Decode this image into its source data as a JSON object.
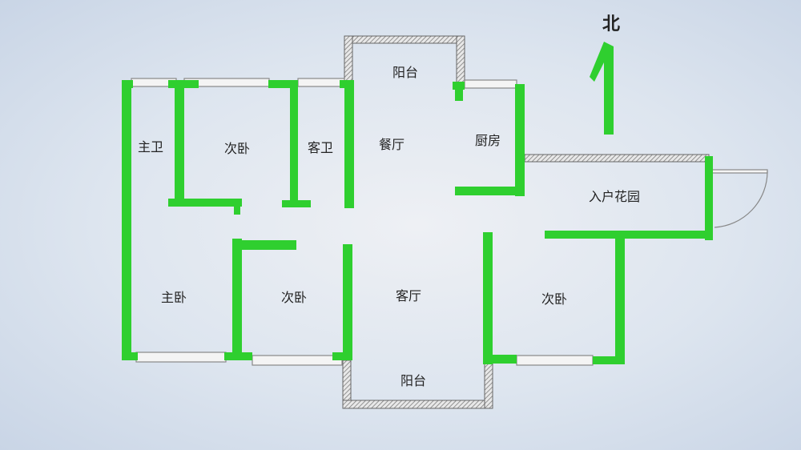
{
  "title": "户型图",
  "north_label": "北",
  "rooms": [
    {
      "id": "balcony-north",
      "label": "阳台"
    },
    {
      "id": "master-bath",
      "label": "主卫"
    },
    {
      "id": "bedroom-2-north",
      "label": "次卧"
    },
    {
      "id": "guest-bath",
      "label": "客卫"
    },
    {
      "id": "dining",
      "label": "餐厅"
    },
    {
      "id": "kitchen",
      "label": "厨房"
    },
    {
      "id": "entry-garden",
      "label": "入户花园"
    },
    {
      "id": "master-bedroom",
      "label": "主卧"
    },
    {
      "id": "bedroom-2-south",
      "label": "次卧"
    },
    {
      "id": "living",
      "label": "客厅"
    },
    {
      "id": "bedroom-3-east",
      "label": "次卧"
    },
    {
      "id": "balcony-south",
      "label": "阳台"
    }
  ],
  "colors": {
    "wall": "#2fcf2f",
    "hatch": "#8a8a8a",
    "window": "#9a9a9a"
  }
}
